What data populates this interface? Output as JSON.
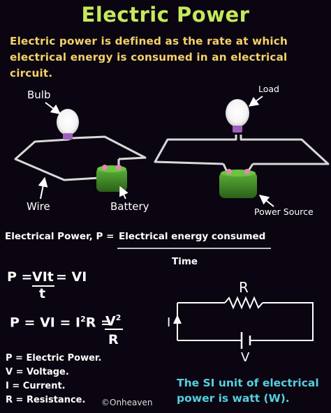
{
  "title": "Electric Power",
  "intro": "Electric power is defined as the rate at which electrical energy is consumed in an electrical circuit.",
  "left_circuit": {
    "bulb_label": "Bulb",
    "wire_label": "Wire",
    "battery_label": "Battery"
  },
  "right_circuit": {
    "load_label": "Load",
    "source_label": "Power Source"
  },
  "formula": {
    "lhs": "Electrical Power, P =",
    "numerator": "Electrical energy consumed",
    "denominator": "Time"
  },
  "equations": {
    "eq1_lhs": "P =",
    "eq1_num": "VIt",
    "eq1_den": "t",
    "eq1_rhs": "= VI",
    "eq2_lhs": "P = VI = I",
    "eq2_exp": "2",
    "eq2_mid": "R =",
    "eq2_num": "V",
    "eq2_num_exp": "2",
    "eq2_den": "R"
  },
  "definitions": [
    "P = Electric Power.",
    "V = Voltage.",
    "I = Current.",
    "R = Resistance."
  ],
  "schematic": {
    "resistor_label": "R",
    "current_label": "I",
    "voltage_label": "V"
  },
  "si_note": "The SI unit of electrical power is watt (W).",
  "credit": "©Onheaven",
  "colors": {
    "title": "#c6e85c",
    "intro": "#f4d26a",
    "si_note": "#55d0e0",
    "battery": "#3f8a2a"
  }
}
